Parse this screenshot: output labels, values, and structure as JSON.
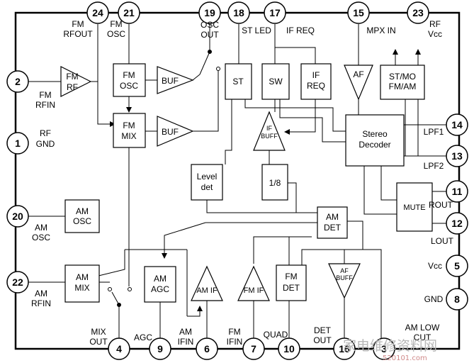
{
  "pins": [
    {
      "num": "24",
      "labels": [
        "FM",
        "RFOUT"
      ]
    },
    {
      "num": "21",
      "labels": [
        "FM",
        "OSC"
      ]
    },
    {
      "num": "19",
      "labels": [
        "OSC",
        "OUT"
      ]
    },
    {
      "num": "18",
      "labels": [
        "ST LED"
      ]
    },
    {
      "num": "17",
      "labels": [
        "IF REQ"
      ]
    },
    {
      "num": "15",
      "labels": [
        "MPX IN"
      ]
    },
    {
      "num": "23",
      "labels": [
        "RF",
        "Vcc"
      ]
    },
    {
      "num": "2",
      "labels": [
        "FM",
        "RFIN"
      ]
    },
    {
      "num": "1",
      "labels": [
        "RF",
        "GND"
      ]
    },
    {
      "num": "20",
      "labels": [
        "AM",
        "OSC"
      ]
    },
    {
      "num": "22",
      "labels": [
        "AM",
        "RFIN"
      ]
    },
    {
      "num": "14",
      "labels": [
        "LPF1"
      ]
    },
    {
      "num": "13",
      "labels": [
        "LPF2"
      ]
    },
    {
      "num": "11",
      "labels": [
        "ROUT"
      ]
    },
    {
      "num": "12",
      "labels": [
        "LOUT"
      ]
    },
    {
      "num": "5",
      "labels": [
        "Vcc"
      ]
    },
    {
      "num": "8",
      "labels": [
        "GND"
      ]
    },
    {
      "num": "4",
      "labels": [
        "MIX",
        "OUT"
      ]
    },
    {
      "num": "9",
      "labels": [
        "AGC"
      ]
    },
    {
      "num": "6",
      "labels": [
        "AM",
        "IFIN"
      ]
    },
    {
      "num": "7",
      "labels": [
        "FM",
        "IFIN"
      ]
    },
    {
      "num": "10",
      "labels": [
        "QUAD"
      ]
    },
    {
      "num": "16",
      "labels": [
        "DET",
        "OUT"
      ]
    },
    {
      "num": "3",
      "labels": [
        "AM LOW",
        "CUT"
      ]
    }
  ],
  "blocks": {
    "fm_osc": [
      "FM",
      "OSC"
    ],
    "fm_mix": [
      "FM",
      "MIX"
    ],
    "st": "ST",
    "sw": "SW",
    "if_req": [
      "IF",
      "REQ"
    ],
    "st_mo": [
      "ST/MO",
      "FM/AM"
    ],
    "stereo_decoder": [
      "Stereo",
      "Decoder"
    ],
    "level_det": [
      "Level",
      "det"
    ],
    "div8": "1/8",
    "mute": "MUTE",
    "am_osc": [
      "AM",
      "OSC"
    ],
    "am_det": [
      "AM",
      "DET"
    ],
    "am_mix": [
      "AM",
      "MIX"
    ],
    "am_agc": [
      "AM",
      "AGC"
    ],
    "fm_det": [
      "FM",
      "DET"
    ]
  },
  "amps": {
    "fm_rf": [
      "FM",
      "RF"
    ],
    "buf1": "BUF",
    "buf2": "BUF",
    "af": "AF",
    "if_buff": [
      "IF",
      "BUFF"
    ],
    "am_if": "AM IF",
    "fm_if": "FM IF",
    "af_buff": [
      "AF",
      "BUFF"
    ]
  },
  "watermark": "家电维修资料网",
  "watermark_url": "520101.com"
}
